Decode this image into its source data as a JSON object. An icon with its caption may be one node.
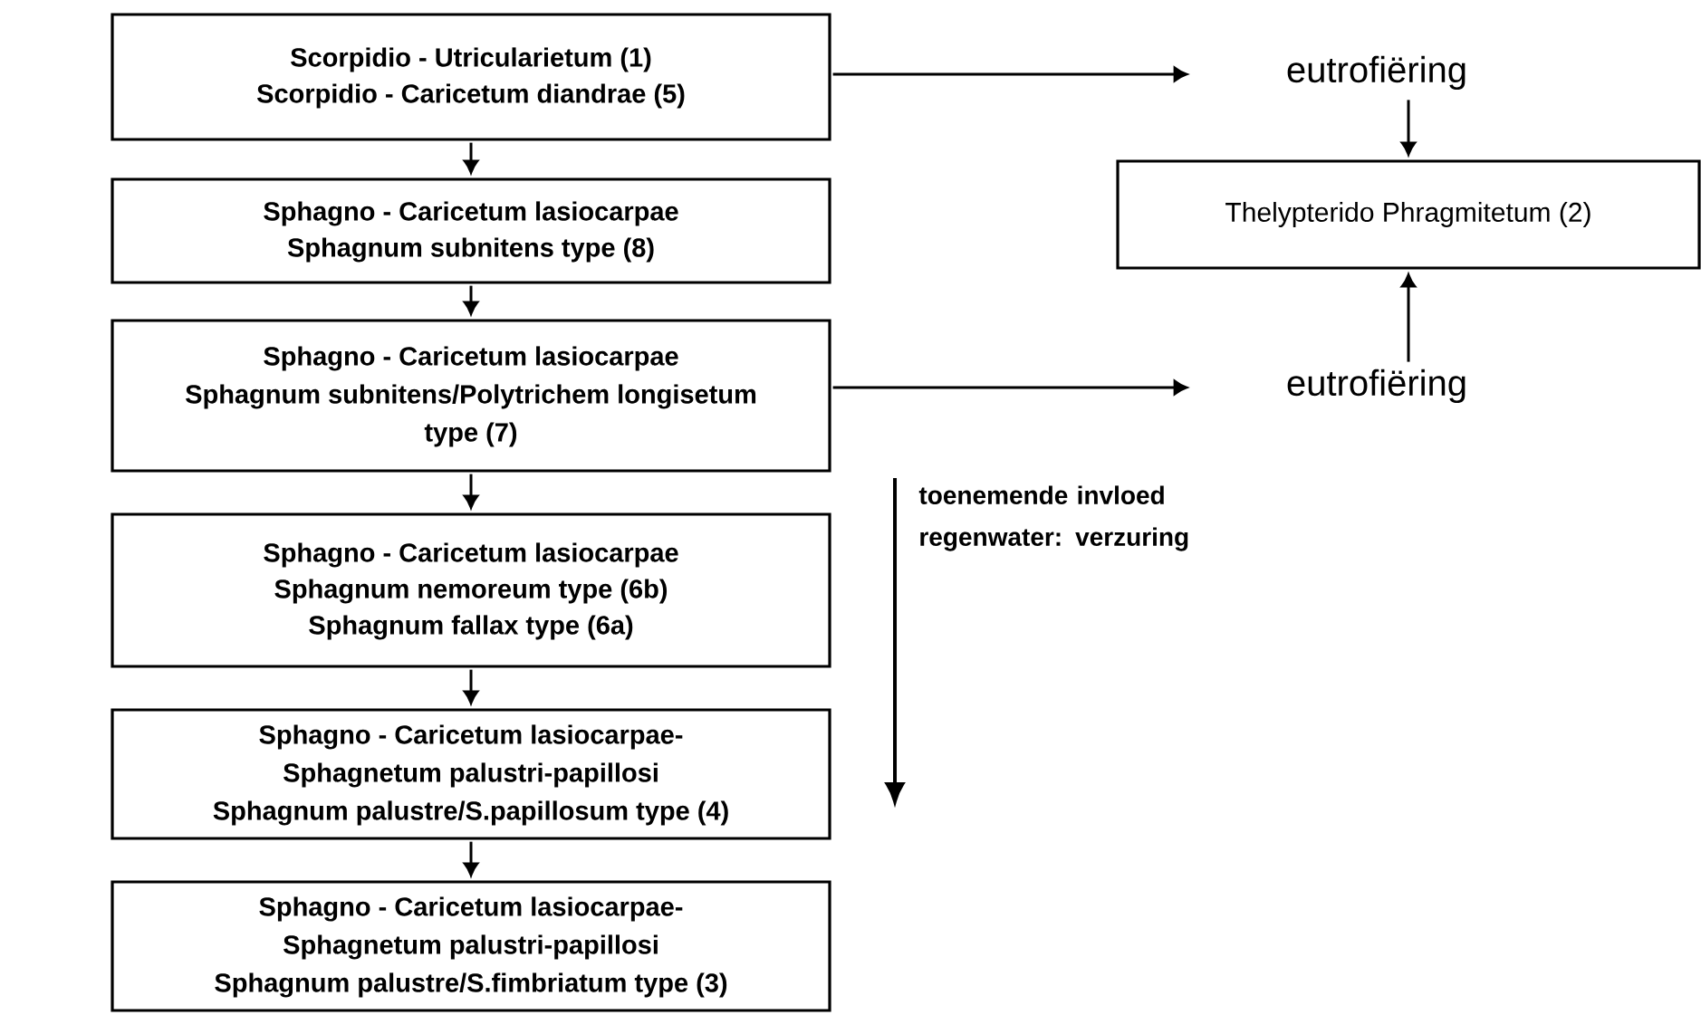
{
  "diagram": {
    "nodes": [
      {
        "text": [
          "Scorpidio - Utricularietum (1)",
          "Scorpidio - Caricetum diandrae (5)"
        ]
      },
      {
        "text": [
          "Sphagno - Caricetum lasiocarpae",
          "Sphagnum subnitens type (8)"
        ]
      },
      {
        "text": [
          "Sphagno - Caricetum lasiocarpae",
          "Sphagnum subnitens/Polytrichem longisetum type (7)"
        ]
      },
      {
        "text": [
          "Sphagno - Caricetum lasiocarpae",
          "Sphagnum nemoreum type (6b)",
          "Sphagnum fallax type (6a)"
        ]
      },
      {
        "text": [
          "Sphagno - Caricetum lasiocarpae- Sphagnetum palustri-papillosi",
          "Sphagnum palustre/S.papillosum type (4)"
        ]
      },
      {
        "text": [
          "Sphagno - Caricetum lasiocarpae- Sphagnetum palustri-papillosi",
          "Sphagnum palustre/S.fimbriatum type (3)"
        ]
      },
      {
        "text": [
          "eutrofiëring"
        ]
      },
      {
        "text": [
          "Thelypterido Phragmitetum (2)"
        ]
      },
      {
        "text": [
          "eutrofiëring"
        ]
      }
    ],
    "edges": [
      {
        "from": 0,
        "to": 1,
        "arrow": "to"
      },
      {
        "from": 1,
        "to": 2,
        "arrow": "to"
      },
      {
        "from": 2,
        "to": 3,
        "arrow": "to"
      },
      {
        "from": 3,
        "to": 4,
        "arrow": "to"
      },
      {
        "from": 4,
        "to": 5,
        "arrow": "to"
      },
      {
        "from": 0,
        "to": 6,
        "arrow": "to"
      },
      {
        "from": 6,
        "to": 7,
        "arrow": "to"
      },
      {
        "from": 2,
        "to": 8,
        "arrow": "to"
      },
      {
        "from": 8,
        "to": 7,
        "arrow": "to"
      }
    ],
    "labels": [
      "toenemende invloed regenwater: verzuring"
    ]
  }
}
